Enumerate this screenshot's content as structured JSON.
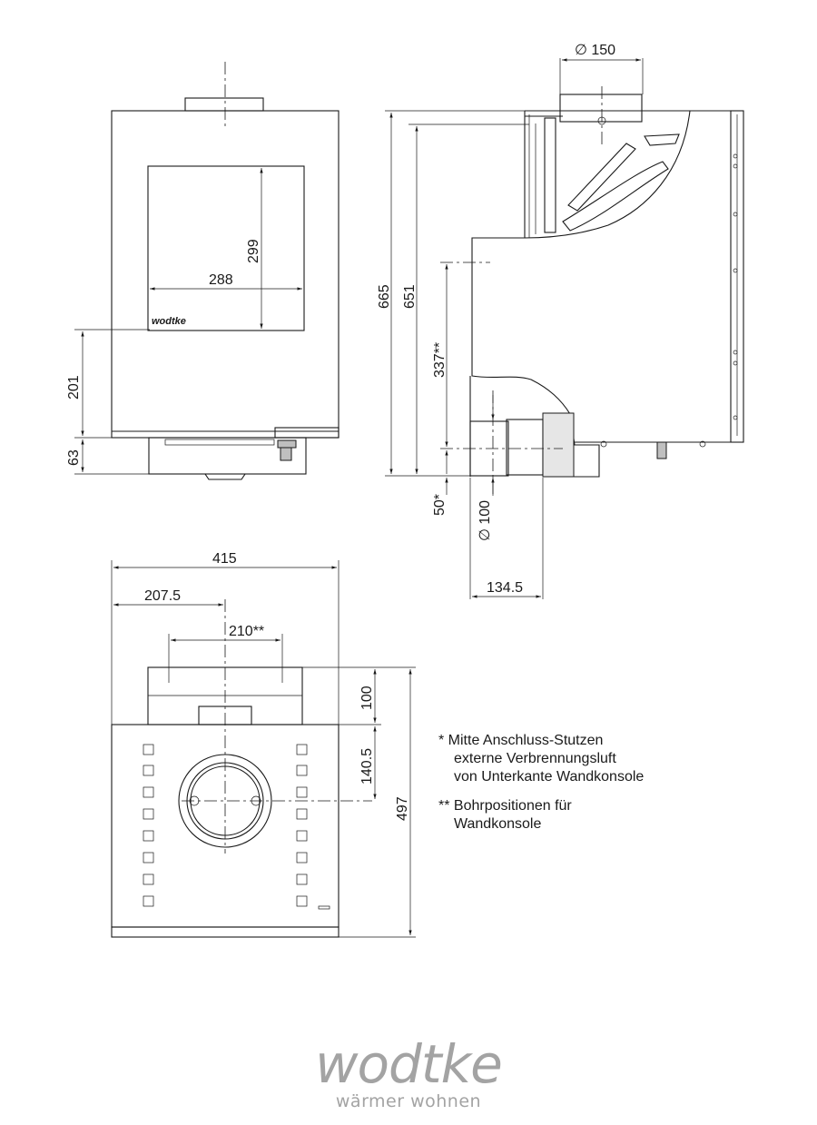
{
  "colors": {
    "line": "#1a1a1a",
    "brand": "#a3a3a3",
    "steel": "#e6e6e6"
  },
  "front_view": {
    "stove_logo": "wodtke",
    "dims": {
      "window_width": "288",
      "window_height": "299",
      "height_to_window": "201",
      "console_height": "63"
    }
  },
  "side_view": {
    "dims": {
      "flue_diameter": "∅ 150",
      "total_height": "665",
      "body_height": "651",
      "air_center_height": "337**",
      "air_offset": "50*",
      "air_diameter": "∅ 100",
      "depth_offset": "134.5"
    }
  },
  "top_view": {
    "dims": {
      "width": "415",
      "center": "207.5",
      "drill_spacing": "210**",
      "rear_offset": "100",
      "flue_offset": "140.5",
      "depth": "497"
    }
  },
  "notes": [
    {
      "lines": [
        "*  Mitte Anschluss-Stutzen",
        "externe Verbrennungsluft",
        "von Unterkante Wandkonsole"
      ]
    },
    {
      "lines": [
        "** Bohrpositionen für",
        "Wandkonsole"
      ]
    }
  ],
  "brand": {
    "name": "wodtke",
    "slogan": "wärmer wohnen"
  }
}
